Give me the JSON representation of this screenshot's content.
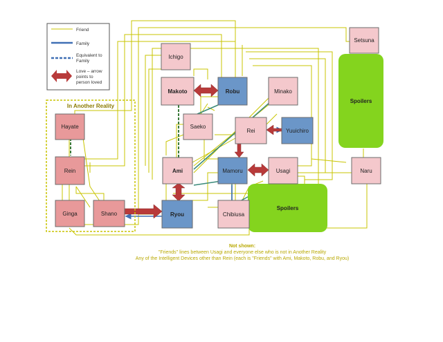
{
  "legend": {
    "friend": "Friend",
    "family": "Family",
    "equivalent_line1": "Equivalent to",
    "equivalent_line2": "Family",
    "love_line1": "Love – arrow",
    "love_line2": "points to",
    "love_line3": "person loved"
  },
  "region": {
    "title": "In Another Reality"
  },
  "nodes": {
    "setsuna": "Setsuna",
    "ichigo": "Ichigo",
    "makoto": "Makoto",
    "robu": "Robu",
    "minako": "Minako",
    "hayate": "Hayate",
    "saeko": "Saeko",
    "rei": "Rei",
    "yuuichiro": "Yuuichiro",
    "rein": "Rein",
    "ami": "Ami",
    "mamoru": "Mamoru",
    "usagi": "Usagi",
    "naru": "Naru",
    "ginga": "Ginga",
    "shano": "Shano",
    "ryou": "Ryou",
    "chibiusa": "Chibiusa",
    "spoilers_top": "Spoilers",
    "spoilers_bottom": "Spoilers"
  },
  "footer": {
    "title": "Not shown:",
    "line1": "\"Friends\" lines between Usagi and everyone else who is not in Another Reality",
    "line2": "Any of the Intelligent Devices other than Rein (each is \"Friends\" with Ami, Makoto, Robu, and Ryou)"
  },
  "colors": {
    "female": "#f4c8cc",
    "male": "#6b96c8",
    "another_reality": "#e8999a",
    "spoilers": "#84d41e",
    "friend_line": "#c8c400",
    "family_line": "#3f6fb4",
    "equivalent_line": "#3a7a3a",
    "love_arrow": "#b83a3a"
  }
}
